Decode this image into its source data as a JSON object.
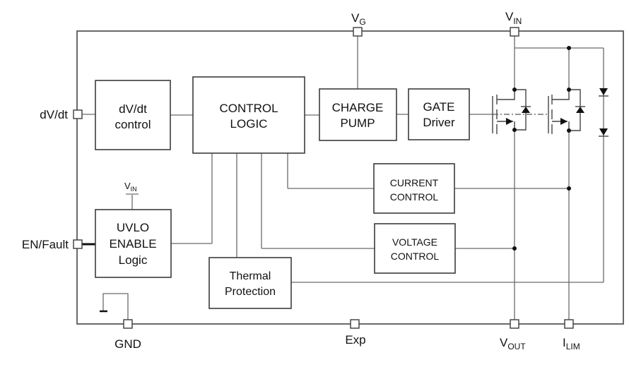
{
  "diagram": {
    "blocks": {
      "dvdt_control": {
        "line1": "dV/dt",
        "line2": "control"
      },
      "control_logic": {
        "line1": "CONTROL",
        "line2": "LOGIC"
      },
      "charge_pump": {
        "line1": "CHARGE",
        "line2": "PUMP"
      },
      "gate_driver": {
        "line1": "GATE",
        "line2": "Driver"
      },
      "uvlo": {
        "line1": "UVLO",
        "line2": "ENABLE",
        "line3": "Logic"
      },
      "thermal": {
        "line1": "Thermal",
        "line2": "Protection"
      },
      "current_control": {
        "line1": "CURRENT",
        "line2": "CONTROL"
      },
      "voltage_control": {
        "line1": "VOLTAGE",
        "line2": "CONTROL"
      }
    },
    "pins": {
      "dvdt": {
        "label": "dV/dt"
      },
      "en_fault": {
        "label": "EN/Fault"
      },
      "vg": {
        "main": "V",
        "sub": "G"
      },
      "vin": {
        "main": "V",
        "sub": "IN"
      },
      "gnd": {
        "label": "GND"
      },
      "exp": {
        "label": "Exp"
      },
      "vout": {
        "main": "V",
        "sub": "OUT"
      },
      "ilim": {
        "main": "I",
        "sub": "LIM"
      }
    },
    "uvlo_supply": {
      "main": "V",
      "sub": "IN"
    }
  }
}
